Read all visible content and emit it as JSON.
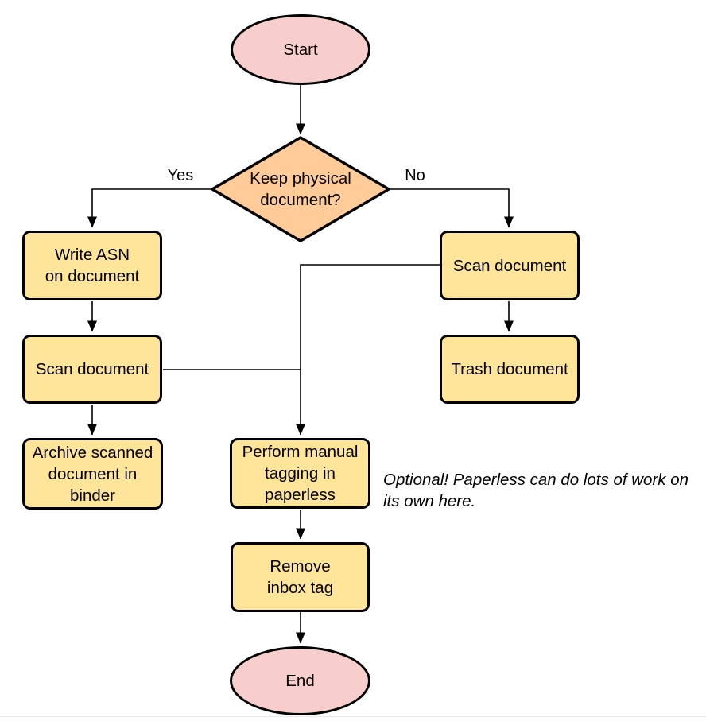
{
  "colors": {
    "terminator_fill": "#f8cecc",
    "decision_fill": "#ffcc99",
    "process_fill": "#ffe599",
    "shape_border": "#000000",
    "connector": "#000000"
  },
  "nodes": {
    "start": "Start",
    "decision": "Keep physical\ndocument?",
    "write_asn": "Write ASN\non document",
    "scan_left": "Scan document",
    "archive": "Archive scanned\ndocument in\nbinder",
    "scan_right": "Scan document",
    "trash": "Trash document",
    "tagging": "Perform manual\ntagging in\npaperless",
    "remove_inbox": "Remove\ninbox tag",
    "end": "End"
  },
  "edge_labels": {
    "yes": "Yes",
    "no": "No"
  },
  "annotation": "Optional! Paperless can do lots of work on\nits own here."
}
